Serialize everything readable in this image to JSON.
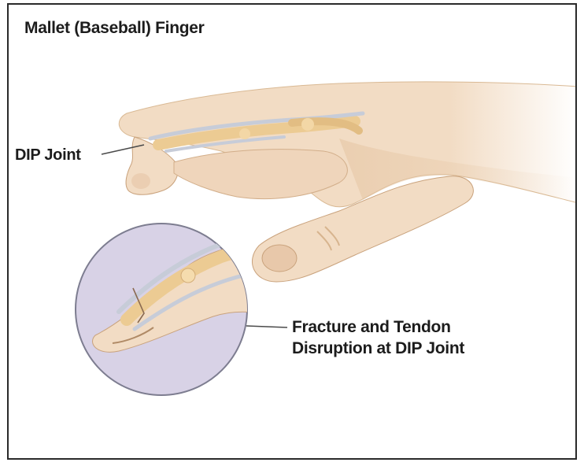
{
  "title": "Mallet (Baseball) Finger",
  "labels": {
    "dip_joint": "DIP Joint",
    "callout_line1": "Fracture and Tendon",
    "callout_line2": "Disruption at DIP Joint"
  },
  "colors": {
    "skin": "#f2dcc4",
    "skin_shadow": "#e6c6a4",
    "bone": "#f0cf98",
    "tendon": "#cfd2dc",
    "inset_bg": "#d8d2e6",
    "frame": "#2a2a2a"
  }
}
